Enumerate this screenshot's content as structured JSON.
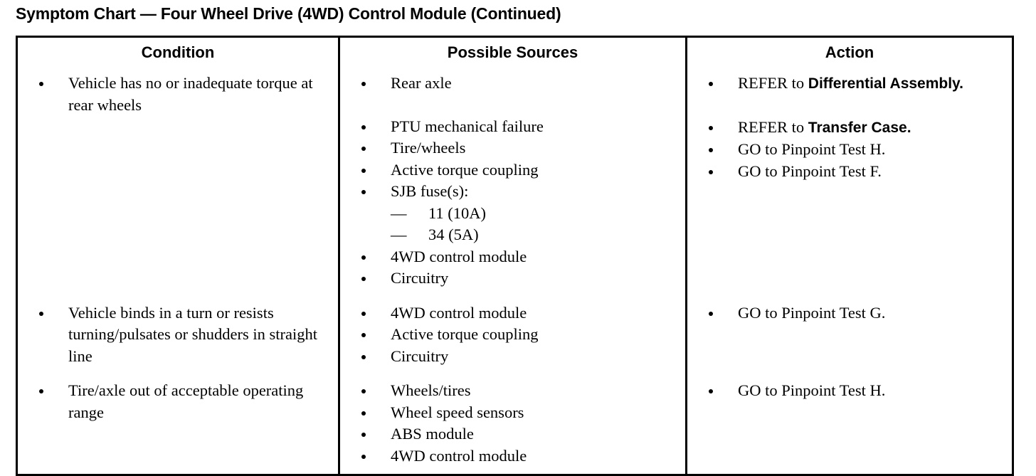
{
  "title": "Symptom Chart — Four Wheel Drive (4WD) Control Module (Continued)",
  "table": {
    "headers": {
      "condition": "Condition",
      "sources": "Possible Sources",
      "action": "Action"
    },
    "rows": [
      {
        "condition": [
          "Vehicle has no or inadequate torque at rear wheels"
        ],
        "sources": [
          {
            "text": "Rear axle"
          },
          {
            "text": "PTU mechanical failure",
            "gap_before": true
          },
          {
            "text": "Tire/wheels"
          },
          {
            "text": "Active torque coupling"
          },
          {
            "text": "SJB fuse(s):",
            "subitems": [
              "11 (10A)",
              "34 (5A)"
            ]
          },
          {
            "text": "4WD control module"
          },
          {
            "text": "Circuitry"
          }
        ],
        "action": [
          {
            "lead": "REFER to ",
            "xref": "Differential Assembly."
          },
          {
            "lead": "REFER to ",
            "xref": "Transfer Case.",
            "gap_before": true
          },
          {
            "text": "GO to Pinpoint Test H."
          },
          {
            "text": "GO to Pinpoint Test F."
          }
        ]
      },
      {
        "condition": [
          "Vehicle binds in a turn or resists turning/pulsates or shudders in straight line"
        ],
        "sources": [
          {
            "text": "4WD control module"
          },
          {
            "text": "Active torque coupling"
          },
          {
            "text": "Circuitry"
          }
        ],
        "action": [
          {
            "text": "GO to Pinpoint Test G."
          }
        ]
      },
      {
        "condition": [
          "Tire/axle out of acceptable operating range"
        ],
        "sources": [
          {
            "text": "Wheels/tires"
          },
          {
            "text": "Wheel speed sensors"
          },
          {
            "text": "ABS module"
          },
          {
            "text": "4WD control module"
          }
        ],
        "action": [
          {
            "text": "GO to Pinpoint Test H."
          }
        ]
      }
    ]
  }
}
